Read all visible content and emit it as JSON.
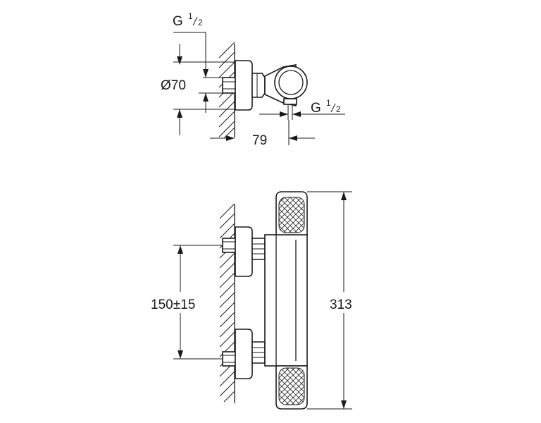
{
  "top_view": {
    "thread_top": {
      "base": "G",
      "sup": "1",
      "sub": "2"
    },
    "diameter_label": "Ø70",
    "thread_bottom": {
      "base": "G",
      "sup": "1",
      "sub": "2"
    },
    "projection_label": "79"
  },
  "front_view": {
    "spacing_label": "150±15",
    "height_label": "313"
  }
}
